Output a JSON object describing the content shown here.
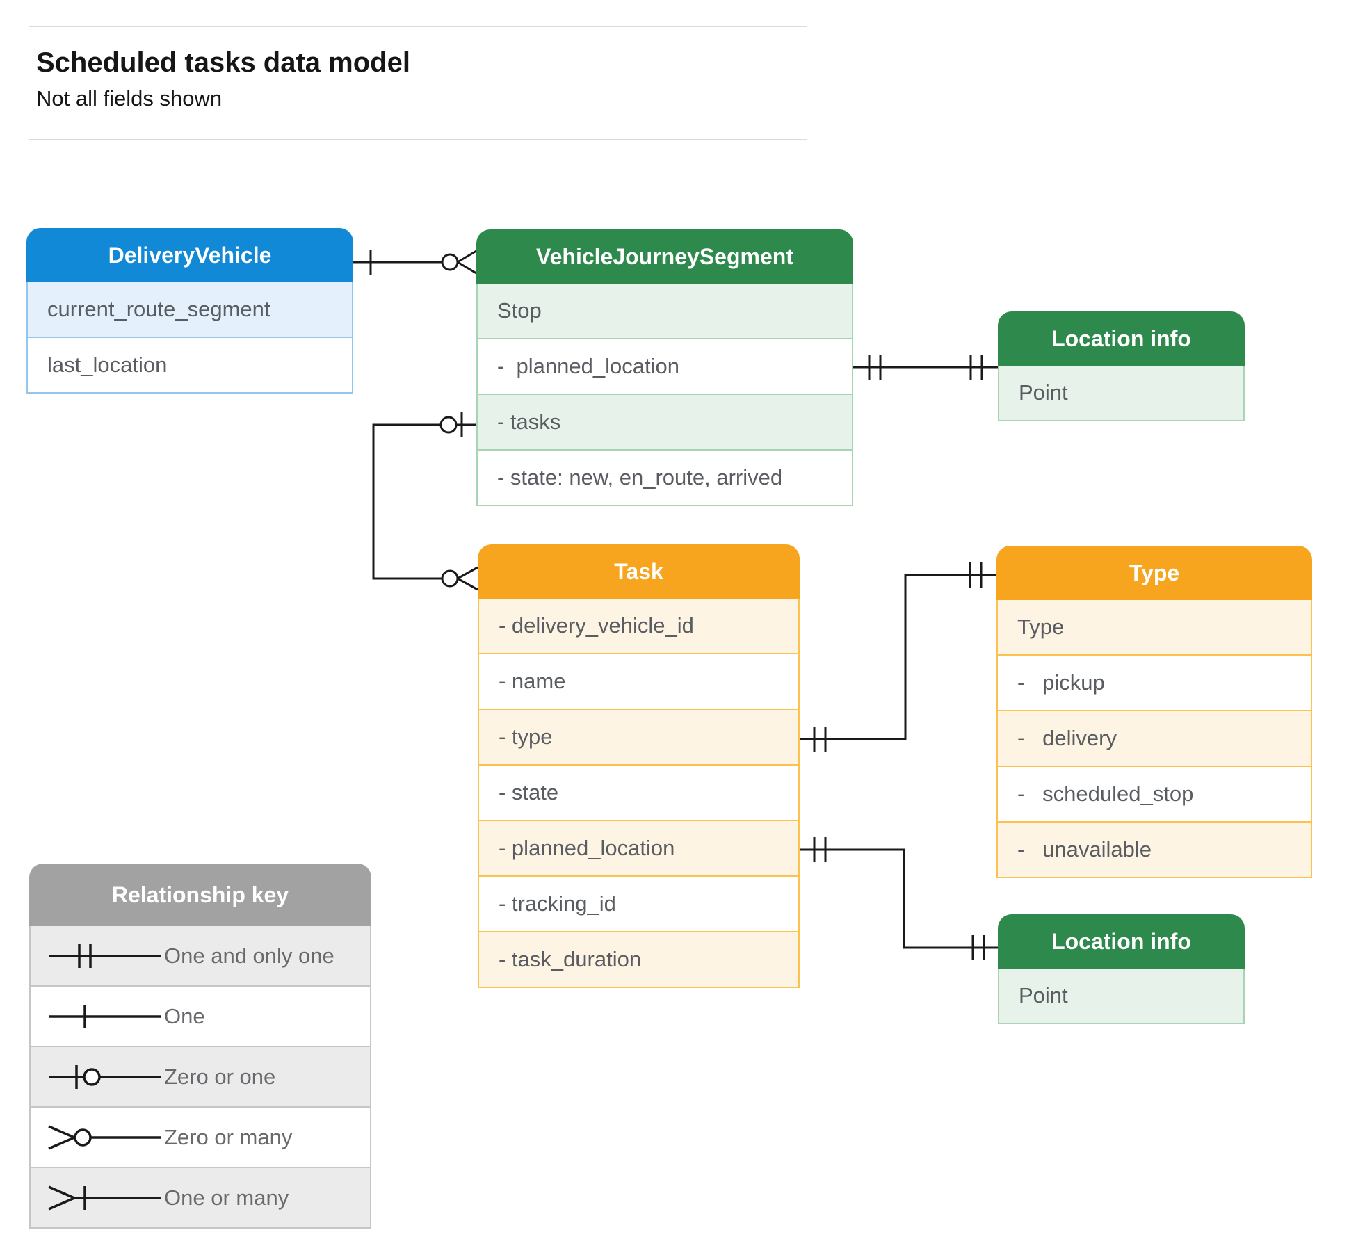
{
  "header": {
    "title": "Scheduled tasks data model",
    "subtitle": "Not all fields shown"
  },
  "entities": {
    "delivery_vehicle": {
      "title": "DeliveryVehicle",
      "rows": [
        "current_route_segment",
        "last_location"
      ]
    },
    "vehicle_journey_segment": {
      "title": "VehicleJourneySegment",
      "rows": [
        "Stop",
        "-  planned_location",
        "- tasks",
        "- state: new, en_route, arrived"
      ]
    },
    "location_info_top": {
      "title": "Location info",
      "rows": [
        "Point"
      ]
    },
    "task": {
      "title": "Task",
      "rows": [
        "- delivery_vehicle_id",
        "- name",
        "- type",
        "- state",
        "- planned_location",
        "- tracking_id",
        "- task_duration"
      ]
    },
    "type": {
      "title": "Type",
      "rows": [
        "Type",
        "-   pickup",
        "-   delivery",
        "-   scheduled_stop",
        "-   unavailable"
      ]
    },
    "location_info_bottom": {
      "title": "Location info",
      "rows": [
        "Point"
      ]
    }
  },
  "legend": {
    "title": "Relationship key",
    "items": [
      "One and only one",
      "One",
      "Zero or one",
      "Zero or many",
      "One or many"
    ]
  },
  "colors": {
    "blue_header": "#1289d6",
    "blue_tint": "#e4f0fb",
    "green_header": "#2e8a4c",
    "green_tint": "#e7f2ea",
    "orange_header": "#f7a41f",
    "orange_tint": "#fdf4e3",
    "gray_header": "#a2a2a2",
    "gray_tint": "#ebebeb",
    "wire": "#1a1a1a",
    "row_text": "#595d62"
  }
}
